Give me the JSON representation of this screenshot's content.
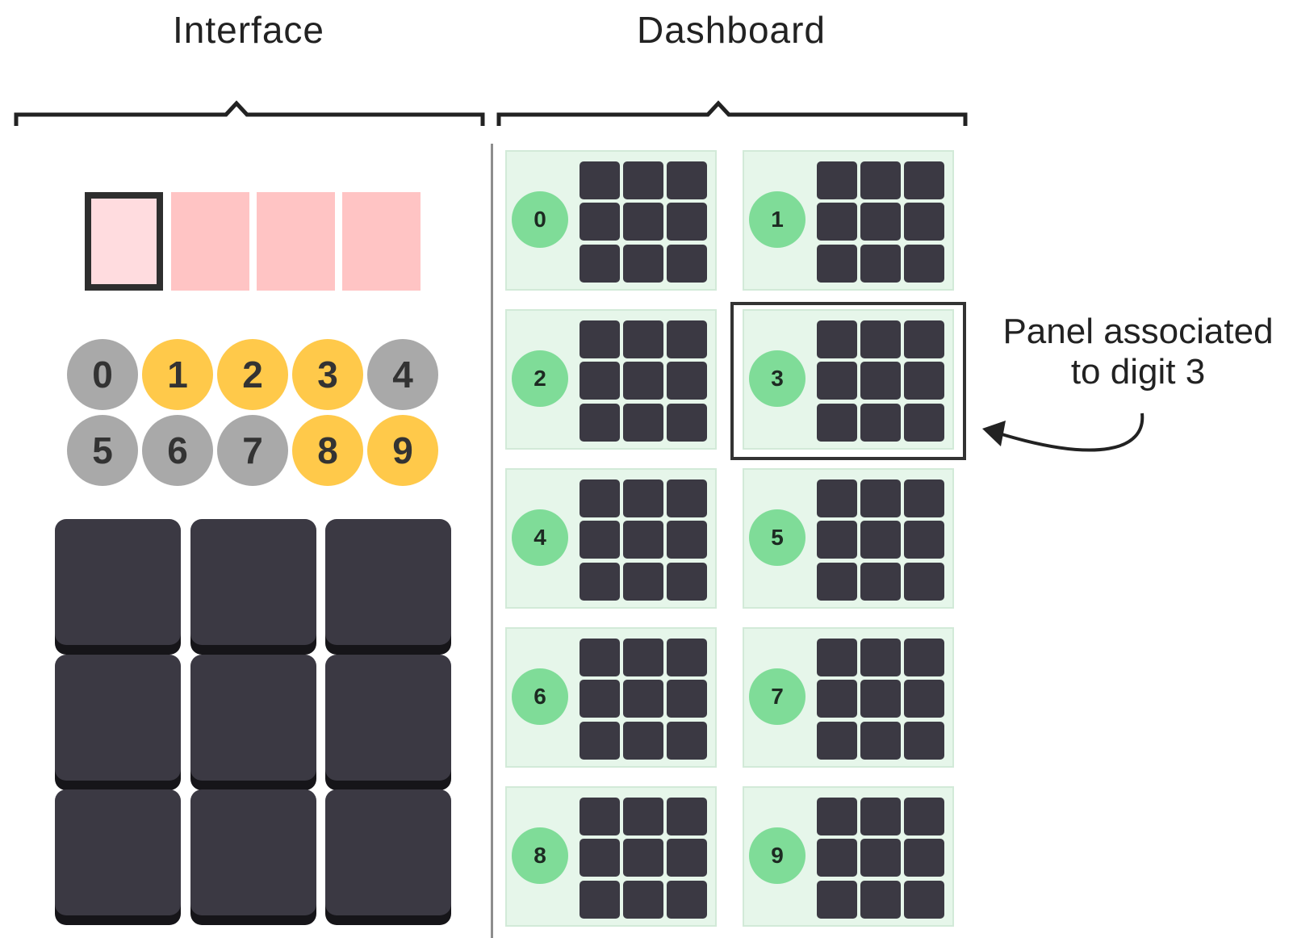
{
  "headings": {
    "interface": "Interface",
    "dashboard": "Dashboard"
  },
  "display_slots": [
    {
      "state": "active"
    },
    {
      "state": "empty"
    },
    {
      "state": "empty"
    },
    {
      "state": "empty"
    }
  ],
  "digit_buttons": [
    {
      "label": "0",
      "state": "off"
    },
    {
      "label": "1",
      "state": "on"
    },
    {
      "label": "2",
      "state": "on"
    },
    {
      "label": "3",
      "state": "on"
    },
    {
      "label": "4",
      "state": "off"
    },
    {
      "label": "5",
      "state": "off"
    },
    {
      "label": "6",
      "state": "off"
    },
    {
      "label": "7",
      "state": "off"
    },
    {
      "label": "8",
      "state": "on"
    },
    {
      "label": "9",
      "state": "on"
    }
  ],
  "keypad": {
    "rows": 3,
    "cols": 3
  },
  "panels": [
    "0",
    "1",
    "2",
    "3",
    "4",
    "5",
    "6",
    "7",
    "8",
    "9"
  ],
  "highlighted_panel": "3",
  "annotation": {
    "line1": "Panel associated",
    "line2": "to digit 3"
  },
  "colors": {
    "digit_on": "#ffc94a",
    "digit_off": "#a9a9a9",
    "slot": "#ffc4c4",
    "slot_active": "#ffdcdf",
    "key": "#3b3943",
    "panel_bg": "#e6f6ea",
    "badge": "#7fdc98"
  }
}
